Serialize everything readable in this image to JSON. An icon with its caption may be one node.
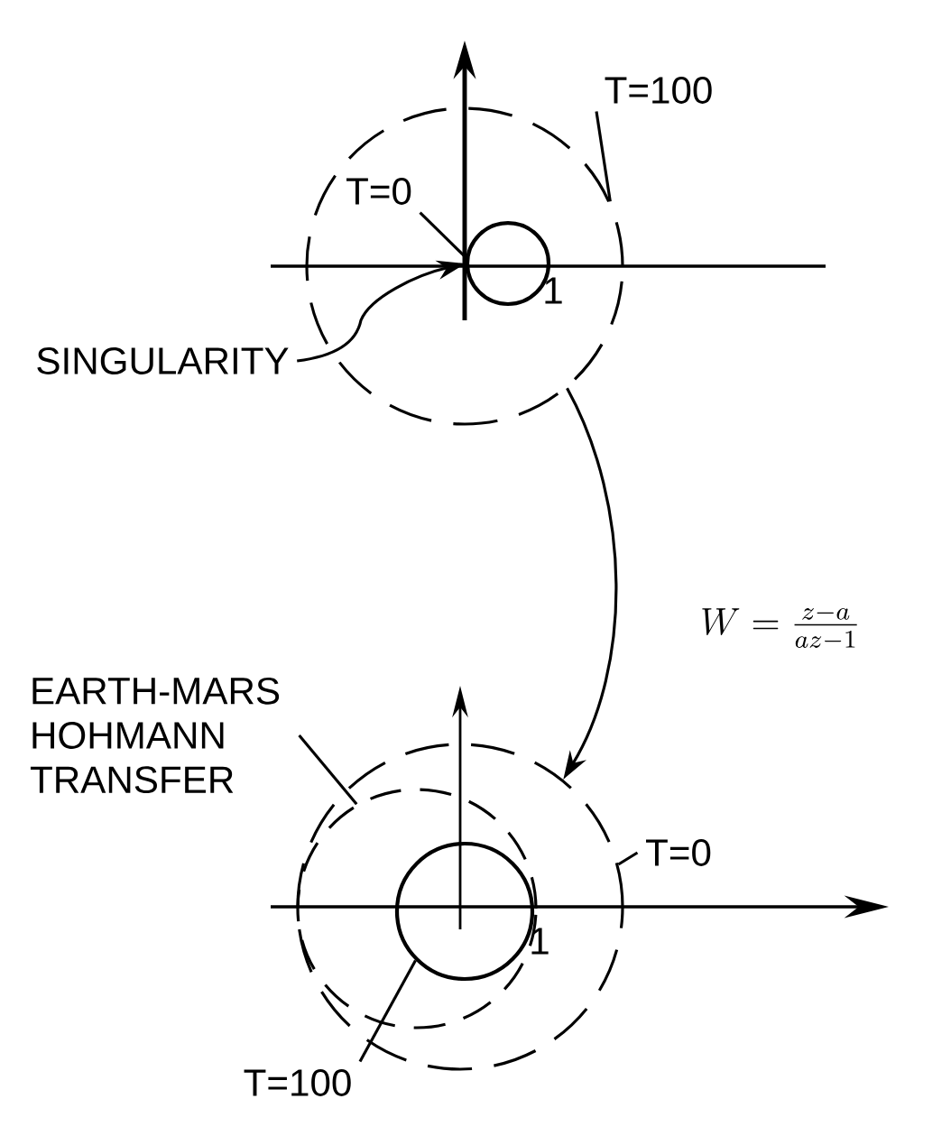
{
  "diagram": {
    "nodes": [
      {
        "text": [],
        "shape": "circle"
      },
      {
        "text": [],
        "shape": "circle",
        "in": 0
      },
      {
        "text": [
          "T=100"
        ]
      },
      {
        "text": [
          "T=0"
        ],
        "in": 0
      },
      {
        "text": [
          "SINGULARITY"
        ]
      },
      {
        "text": [],
        "shape": "circle"
      },
      {
        "text": [],
        "shape": "circle",
        "in": 5
      },
      {
        "text": [],
        "shape": "circle",
        "in": 6
      },
      {
        "text": [
          "EARTH-MARS HOHMANN TRANSFER"
        ]
      },
      {
        "text": [
          "T=0"
        ]
      },
      {
        "text": [
          "T=100"
        ]
      }
    ],
    "edges": [
      {
        "from": 2,
        "to": 0,
        "arrow": "none"
      },
      {
        "from": 3,
        "to": 1,
        "arrow": "none"
      },
      {
        "from": 4,
        "to": 1,
        "arrow": "to"
      },
      {
        "from": 0,
        "to": 5,
        "arrow": "to",
        "label": "W=\\frac{z-a}{az-1}"
      },
      {
        "from": 8,
        "to": 6,
        "arrow": "none"
      },
      {
        "from": 9,
        "to": 5,
        "arrow": "none"
      },
      {
        "from": 10,
        "to": 7,
        "arrow": "none"
      }
    ],
    "labels": [
      "1",
      "1"
    ]
  }
}
